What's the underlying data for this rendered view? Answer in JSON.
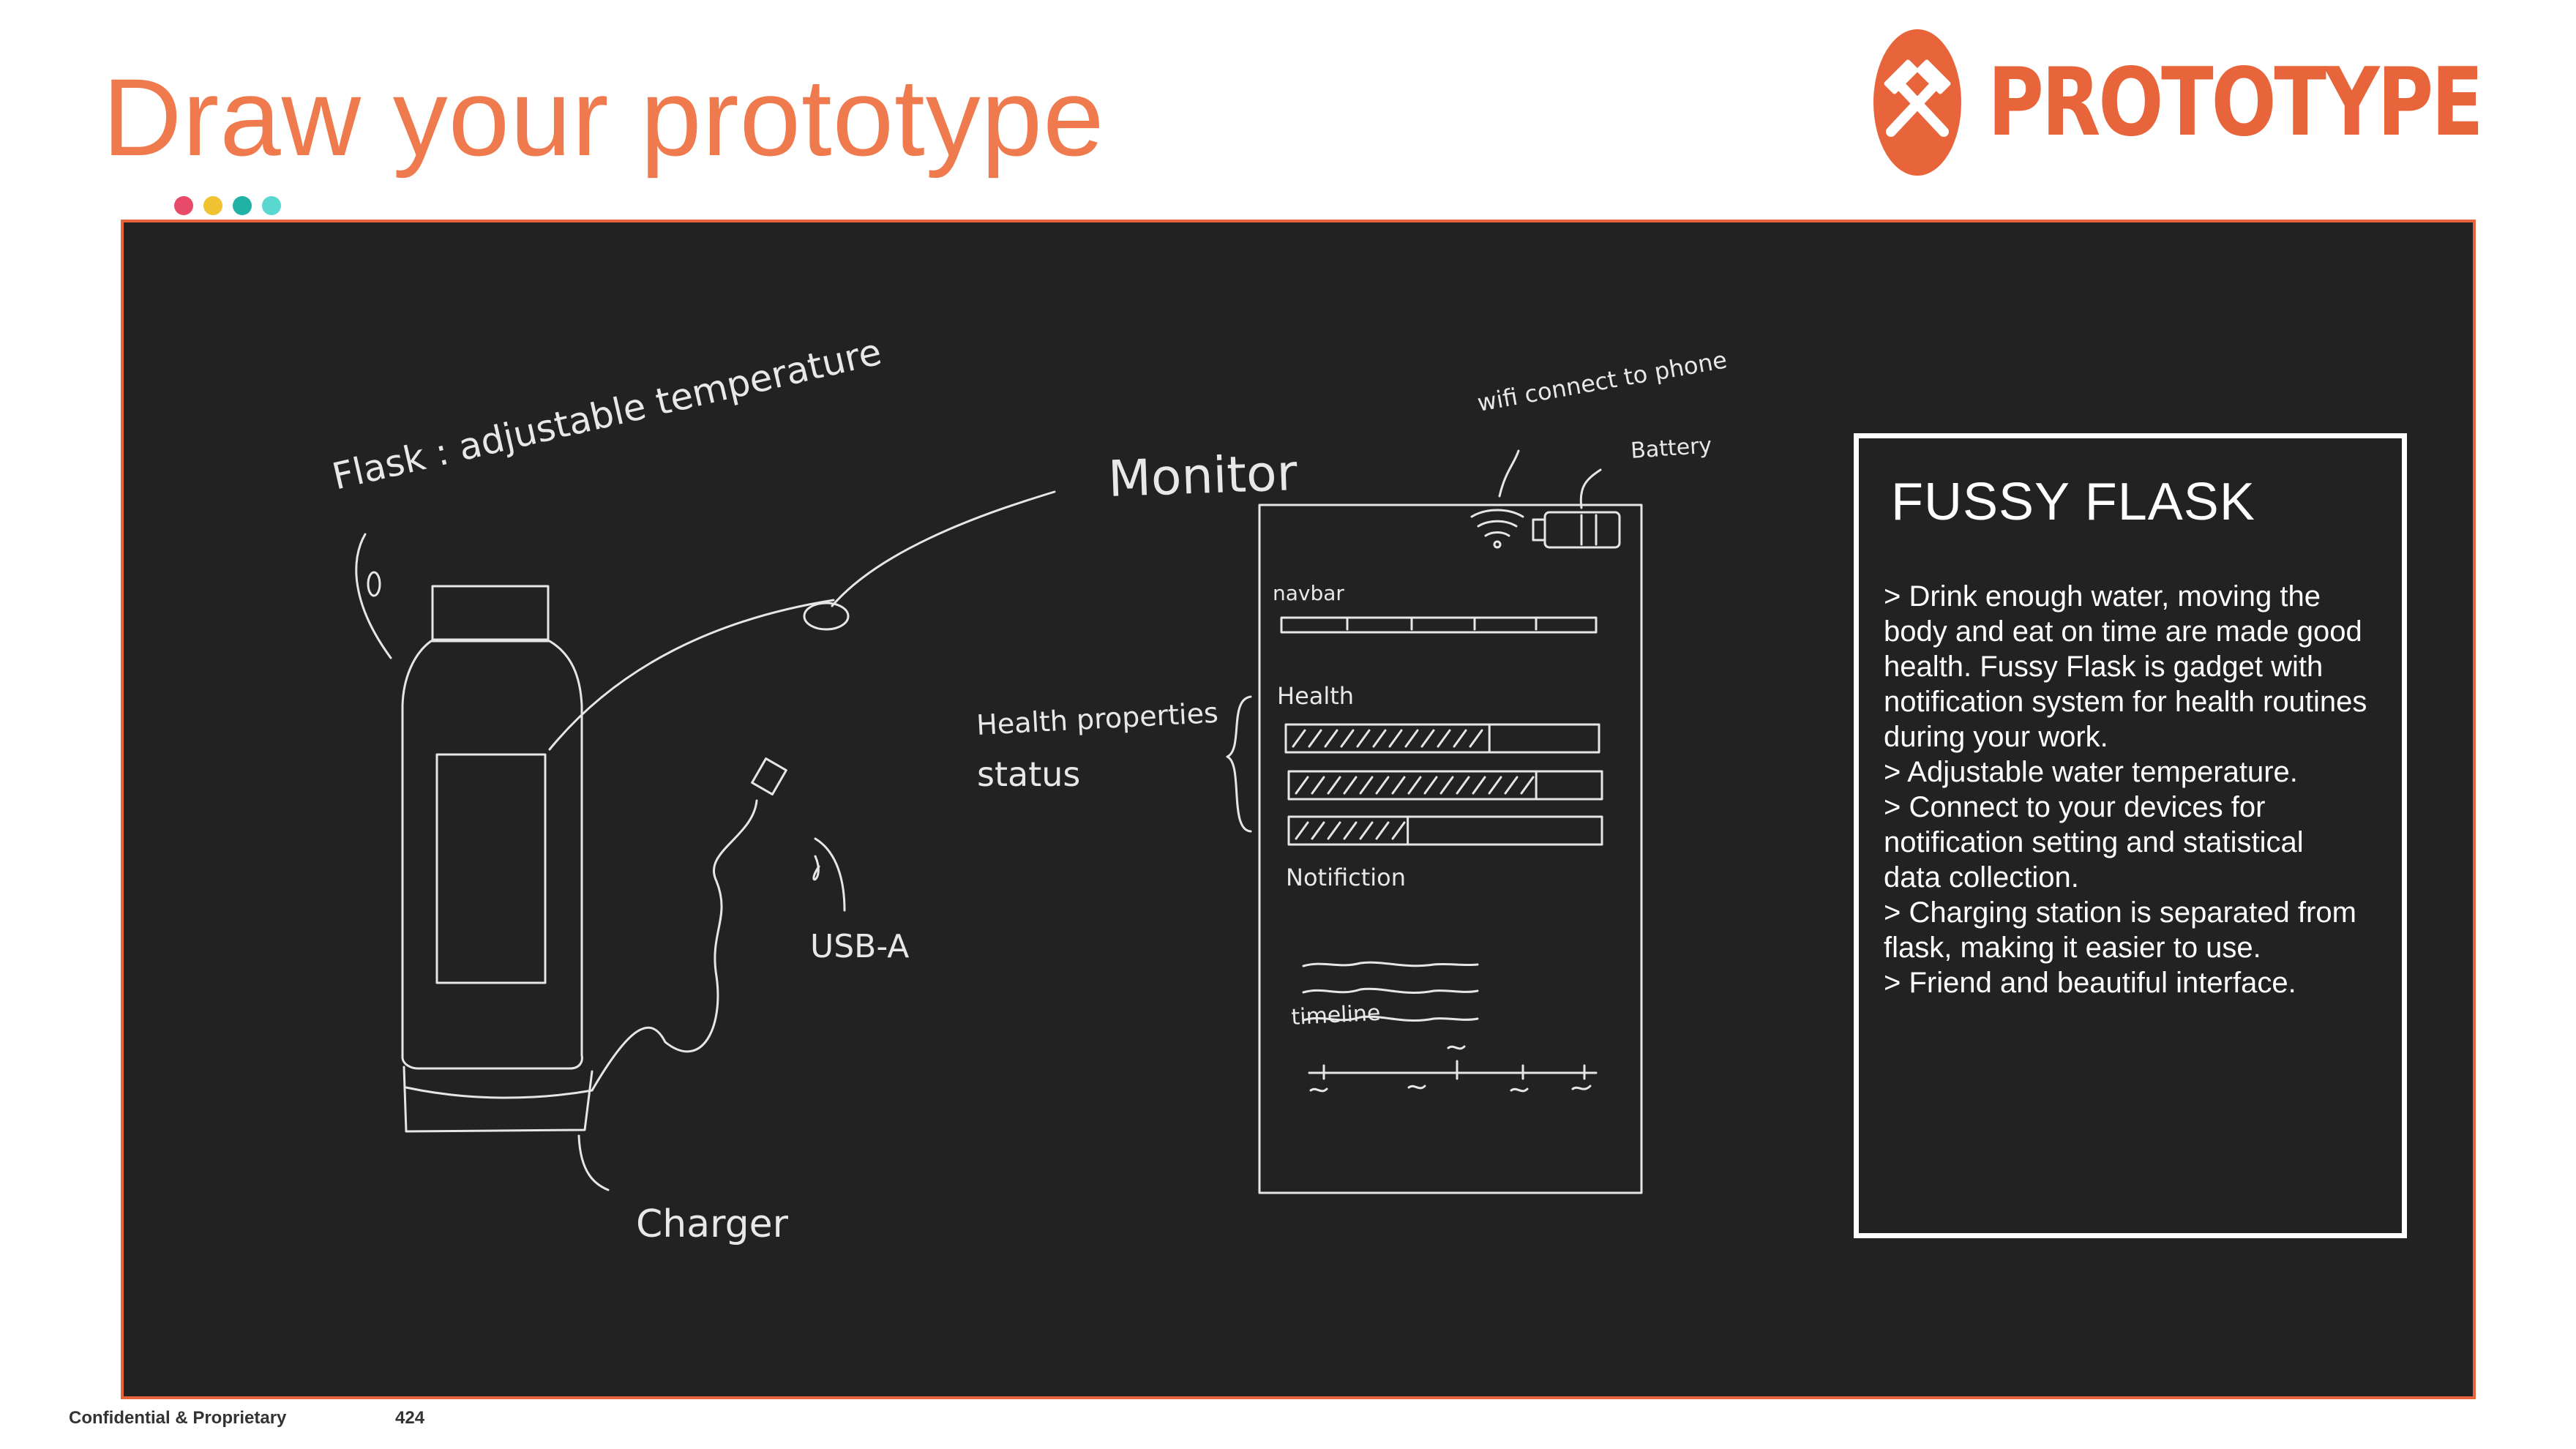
{
  "slide": {
    "title": "Draw your prototype",
    "dot_colors": [
      "#e84a6a",
      "#f1c232",
      "#21b2a6",
      "#5ad8d0"
    ]
  },
  "logo": {
    "icon": "crossed-hammers-icon",
    "text": "PROTOTYPE",
    "color": "#e8643a"
  },
  "sketch": {
    "labels": {
      "flask": "Flask : adjustable temperature",
      "monitor": "Monitor",
      "wifi": "wifi connect to phone",
      "battery": "Battery",
      "navbar": "navbar",
      "health": "Health",
      "health_status_line1": "Health properties",
      "health_status_line2": "status",
      "notification": "Notifiction",
      "timeline": "timeline",
      "usb": "USB-A",
      "charger": "Charger"
    },
    "health_bars_fill": [
      0.65,
      0.79,
      0.38
    ]
  },
  "info_card": {
    "title": "FUSSY FLASK",
    "lines": [
      "> Drink enough water, moving the",
      "body and eat on time are made good",
      "health. Fussy Flask is gadget with",
      "notification system for health routines",
      "during your work.",
      "> Adjustable water temperature.",
      "> Connect to your devices for",
      "notification setting and statistical",
      "data collection.",
      "> Charging station is separated from",
      "flask, making it easier to use.",
      "> Friend and beautiful interface."
    ]
  },
  "footer": {
    "confidential": "Confidential & Proprietary",
    "page_number": "424"
  }
}
